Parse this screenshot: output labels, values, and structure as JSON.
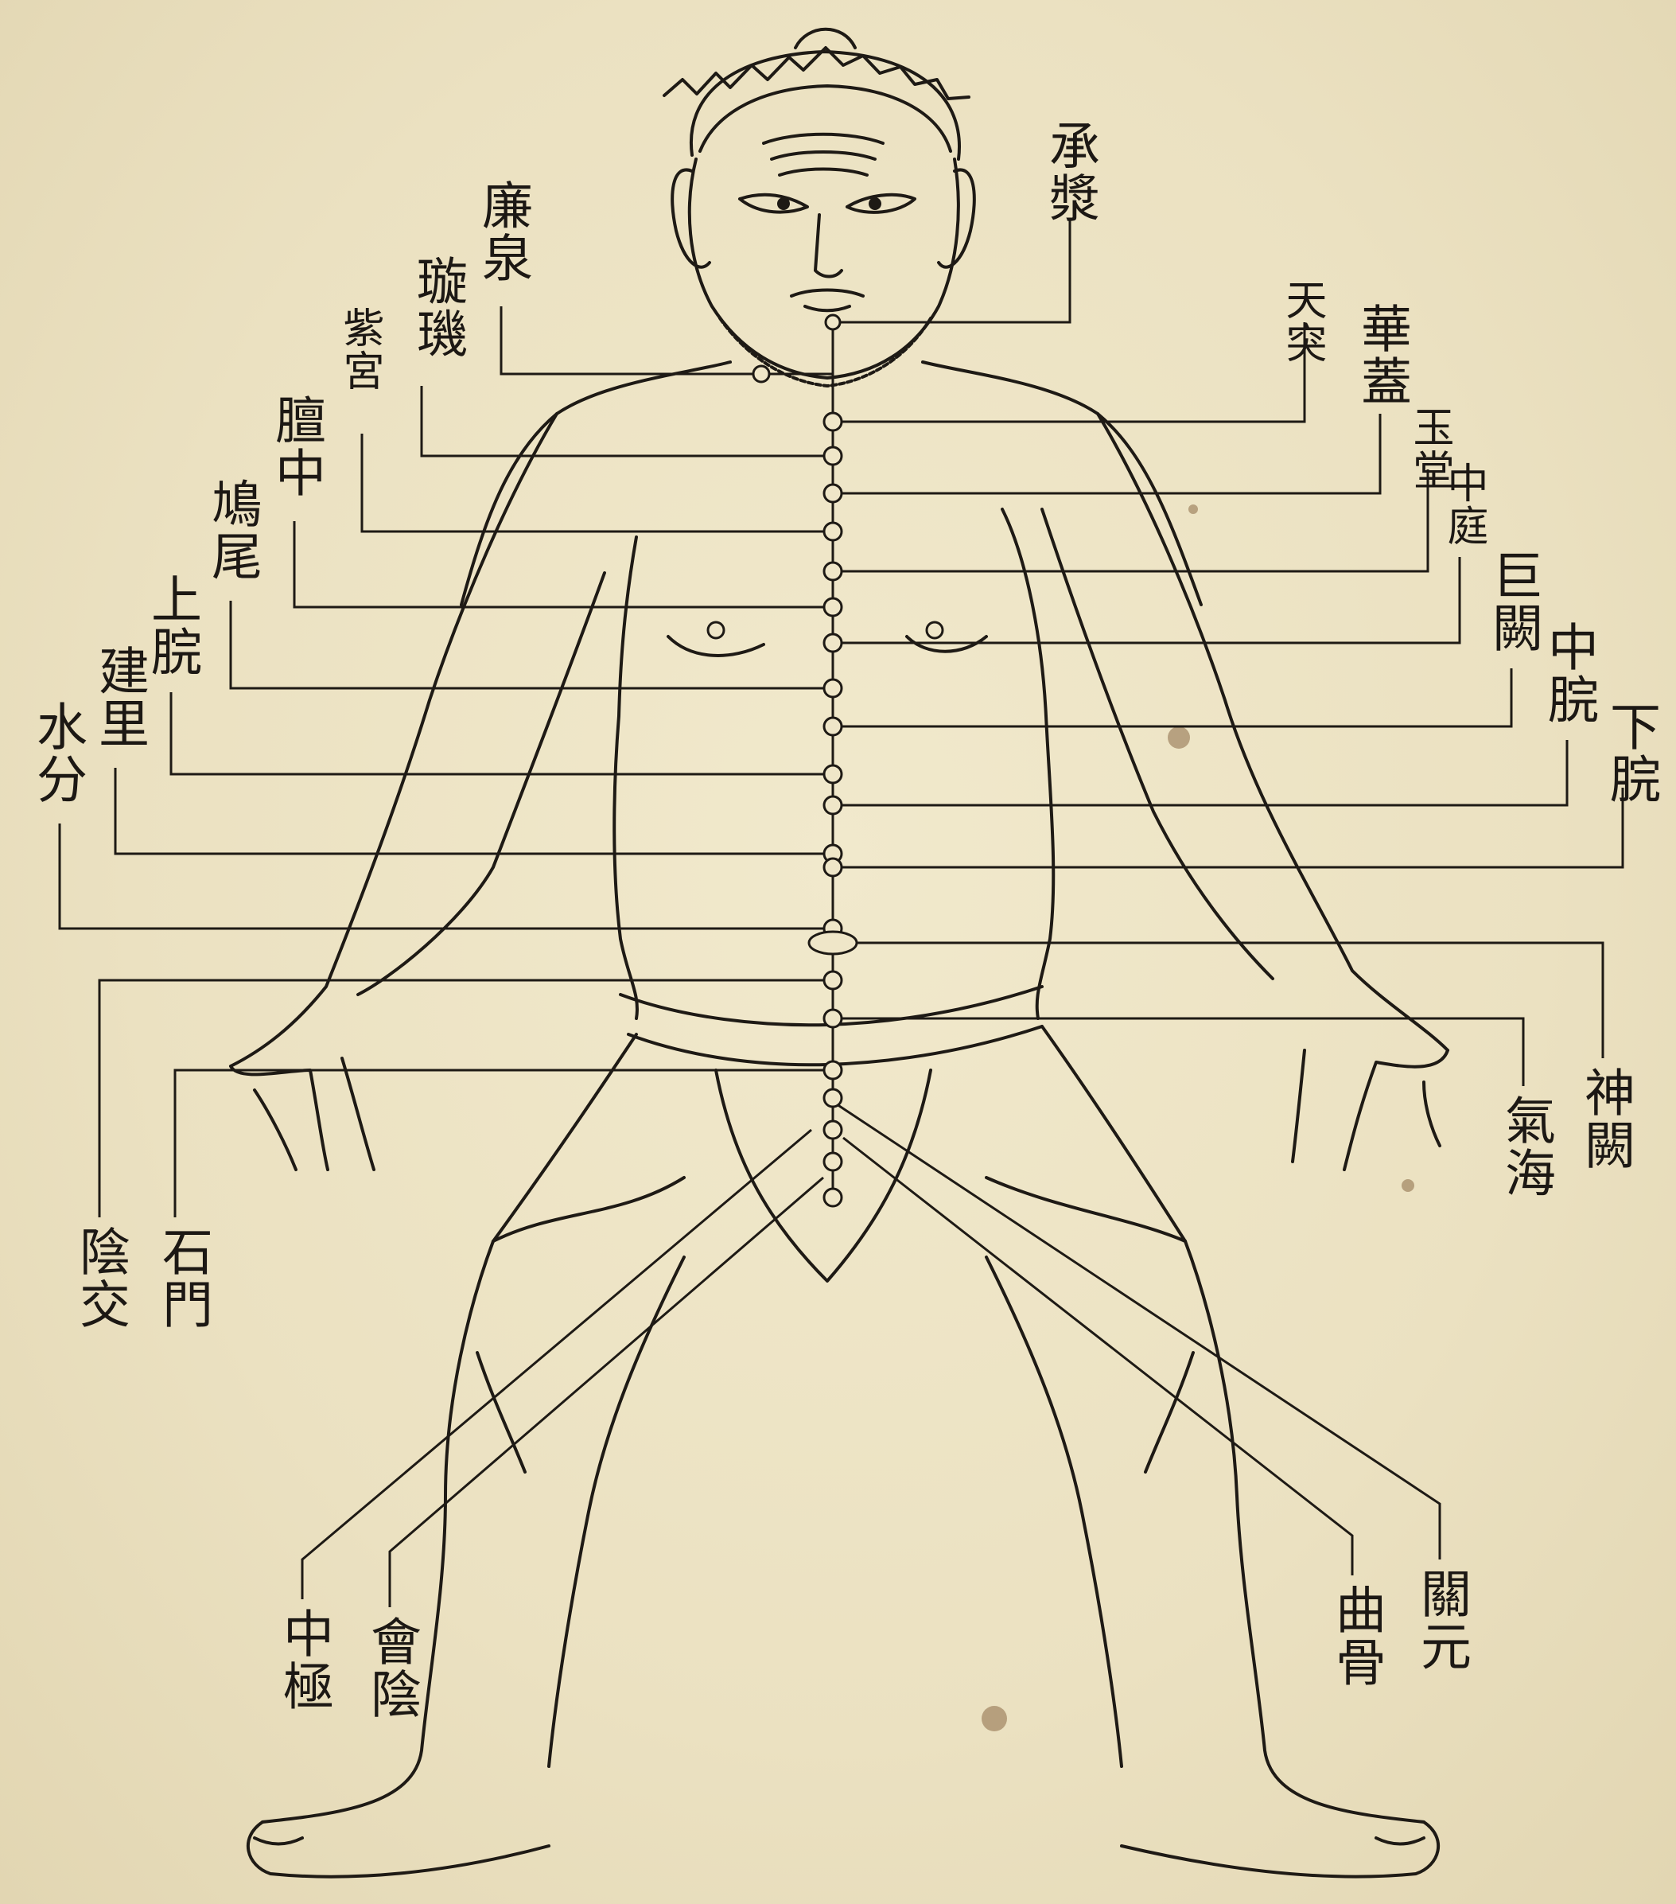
{
  "figure": {
    "subject": "front view of human figure with Ren meridian acupoints",
    "ink_color": "#1e1a15",
    "paper_color": "#ece3c4"
  },
  "labels": {
    "cheng_jiang": "承漿",
    "lian_quan": "廉泉",
    "xuan_ji": "璇璣",
    "zi_gong": "紫宮",
    "tan_zhong": "膻中",
    "jiu_wei": "鳩尾",
    "shang_wan": "上脘",
    "jian_li": "建里",
    "shui_fen": "水分",
    "tian_tu": "天突",
    "hua_gai": "華蓋",
    "yu_tang": "玉堂",
    "zhong_ting": "中庭",
    "ju_que": "巨闕",
    "zhong_wan": "中脘",
    "xia_wan": "下脘",
    "shen_que": "神闕",
    "qi_hai": "氣海",
    "yin_jiao": "陰交",
    "shi_men": "石門",
    "zhong_ji": "中極",
    "hui_yin": "會陰",
    "qu_gu": "曲骨",
    "guan_yuan": "關元"
  }
}
